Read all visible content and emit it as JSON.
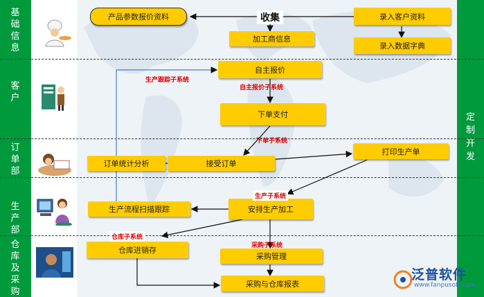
{
  "lanes": [
    {
      "id": "basic",
      "label": [
        "基",
        "础",
        "信",
        "息"
      ],
      "icon": "chef-icon"
    },
    {
      "id": "customer",
      "label": [
        "客",
        "户"
      ],
      "icon": "presenter-icon"
    },
    {
      "id": "order",
      "label": [
        "订",
        "单",
        "部"
      ],
      "icon": "reader-icon"
    },
    {
      "id": "production",
      "label": [
        "生",
        "产",
        "部"
      ],
      "icon": "computer-worker-icon"
    },
    {
      "id": "warehouse",
      "label": [
        "仓",
        "库",
        "及",
        "采",
        "购"
      ],
      "icon": "photo-icon"
    }
  ],
  "custom_dev": [
    "定",
    "制",
    "开",
    "发"
  ],
  "collect_label": "收集",
  "boxes": {
    "product_quote": "产品参数报价资料",
    "enter_customer": "录入客户资料",
    "processor_info": "加工商信息",
    "enter_dict": "录入数据字典",
    "self_quote": "自主报价",
    "place_order": "下单支付",
    "order_stats": "订单统计分析",
    "accept_order": "接受订单",
    "print_production": "打印生产单",
    "scan_track": "生产流程扫描跟踪",
    "arrange_production": "安排生产加工",
    "warehouse_inout": "仓库进销存",
    "purchase_mgmt": "采购管理",
    "purchase_report": "采购与仓库报表"
  },
  "subsystems": {
    "production_tracking": "生产跟踪子系统",
    "self_quote": "自主报价子系统",
    "order": "下单子系统",
    "production": "生产子系统",
    "warehouse": "仓库子系统",
    "purchase": "采购子系统"
  },
  "logo": {
    "name": "泛普软件",
    "url": "www.fanpusoft.com"
  },
  "colors": {
    "green": "#009a3d",
    "box": "#ffcc00",
    "subsystem": "#e00000"
  }
}
